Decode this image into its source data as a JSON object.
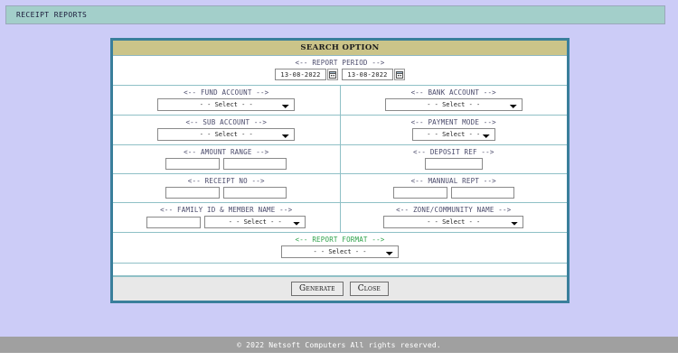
{
  "header": {
    "title": "RECEIPT REPORTS",
    "bar_color": "#a3cfca"
  },
  "panel": {
    "title": "SEARCH OPTION",
    "title_bg": "#cbc489",
    "border_color": "#3a7f9b"
  },
  "fields": {
    "report_period": {
      "label": "<-- REPORT PERIOD -->",
      "from_value": "13-08-2022",
      "to_value": "13-08-2022",
      "calendar_icon": "calendar-icon"
    },
    "fund_account": {
      "label": "<-- FUND ACCOUNT -->",
      "value": "- -  Select  - -"
    },
    "bank_account": {
      "label": "<-- BANK ACCOUNT -->",
      "value": "- -  Select  - -"
    },
    "sub_account": {
      "label": "<-- SUB ACCOUNT -->",
      "value": "- -  Select  - -"
    },
    "payment_mode": {
      "label": "<-- PAYMENT MODE -->",
      "value": "- - Select - -"
    },
    "amount_range": {
      "label": "<-- AMOUNT RANGE -->",
      "from_value": "",
      "to_value": ""
    },
    "deposit_ref": {
      "label": "<-- DEPOSIT REF -->",
      "value": ""
    },
    "receipt_no": {
      "label": "<-- RECEIPT NO -->",
      "from_value": "",
      "to_value": ""
    },
    "mannual_rept": {
      "label": "<-- MANNUAL REPT -->",
      "from_value": "",
      "to_value": ""
    },
    "family_member": {
      "label": "<-- FAMILY ID & MEMBER NAME -->",
      "family_id_value": "",
      "member_name_value": "- -  Select  - -"
    },
    "zone_community": {
      "label": "<-- ZONE/COMMUNITY NAME -->",
      "value": "- -  Select  - -"
    },
    "report_format": {
      "label": "<-- REPORT FORMAT -->",
      "label_color": "#2fa24a",
      "value": "- -  Select  - -"
    }
  },
  "buttons": {
    "generate": "Generate",
    "close": "Close"
  },
  "footer": {
    "text": "© 2022 Netsoft Computers All rights reserved."
  }
}
